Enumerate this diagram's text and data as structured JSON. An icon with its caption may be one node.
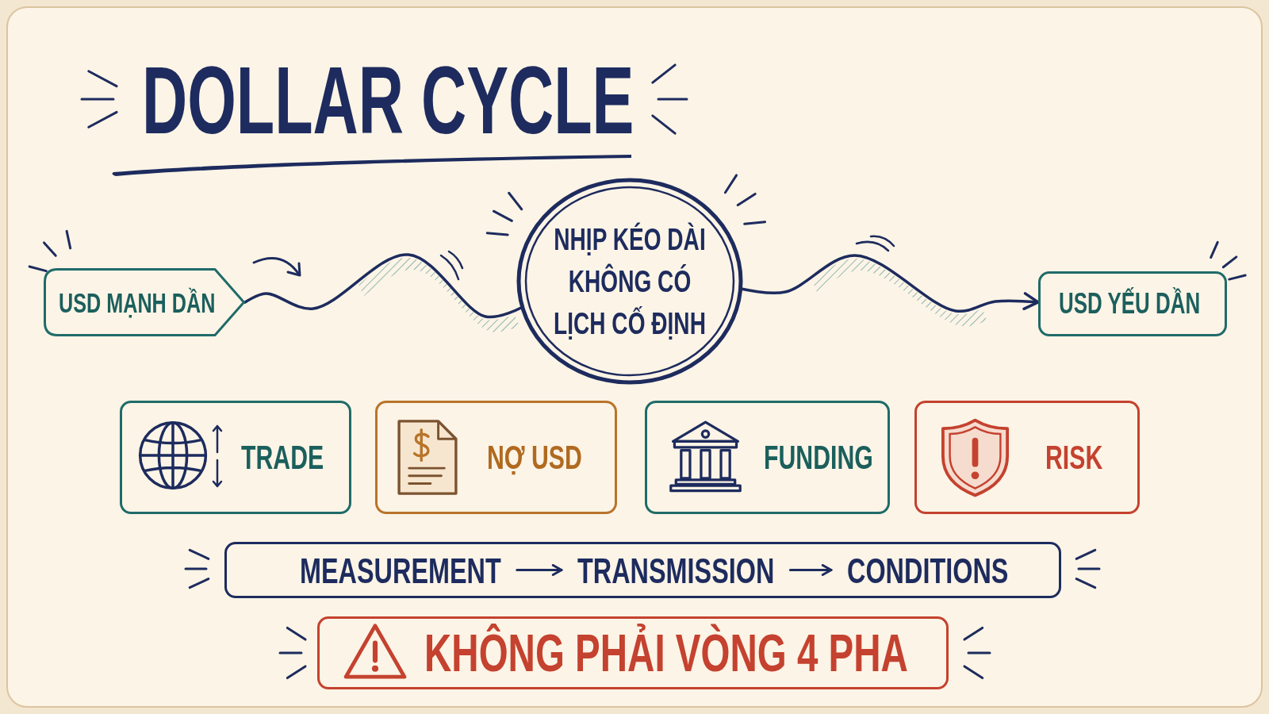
{
  "diagram": {
    "title": "DOLLAR CYCLE",
    "nodes": [
      {
        "text": [
          "USD MẠNH DẦN"
        ]
      },
      {
        "text": [
          "NHỊP KÉO DÀI KHÔNG CÓ LỊCH CỐ ĐỊNH"
        ]
      },
      {
        "text": [
          "USD YẾU DẦN"
        ]
      },
      {
        "text": [
          "TRADE"
        ]
      },
      {
        "text": [
          "NỢ USD"
        ]
      },
      {
        "text": [
          "FUNDING"
        ]
      },
      {
        "text": [
          "RISK"
        ]
      },
      {
        "text": [],
        "shape": "box"
      },
      {
        "text": [
          "MEASUREMENT"
        ],
        "in": 7
      },
      {
        "text": [
          "TRANSMISSION"
        ],
        "in": 7
      },
      {
        "text": [
          "CONDITIONS"
        ],
        "in": 7
      },
      {
        "text": [
          "KHÔNG PHẢI VÒNG 4 PHA"
        ]
      }
    ],
    "edges": [
      {
        "from": 0,
        "to": 1,
        "arrow": "none"
      },
      {
        "from": 1,
        "to": 2,
        "arrow": "to"
      },
      {
        "from": 8,
        "to": 9,
        "arrow": "to"
      },
      {
        "from": 9,
        "to": 10,
        "arrow": "to"
      }
    ]
  }
}
